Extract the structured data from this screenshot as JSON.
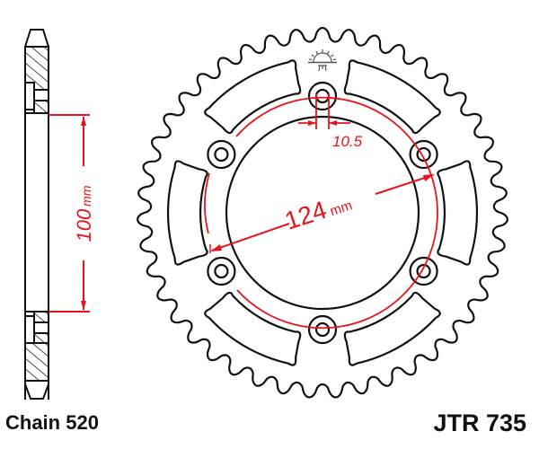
{
  "colors": {
    "outline": "#111111",
    "dimension": "#e8141b",
    "hatch": "#222222",
    "background": "#ffffff"
  },
  "labels": {
    "chain": "Chain 520",
    "part_number": "JTR 735"
  },
  "dimensions": {
    "hub_height": {
      "value": "100",
      "unit": "mm"
    },
    "pcd": {
      "value": "124",
      "unit": "mm"
    },
    "bolt_hole": {
      "value": "10.5"
    }
  },
  "sprocket": {
    "teeth": 43,
    "bolt_holes": 6,
    "lightening_slots": 6,
    "logo_icon": "sun-logo-icon"
  },
  "side_view": {
    "icon": "sprocket-side-profile-icon"
  }
}
